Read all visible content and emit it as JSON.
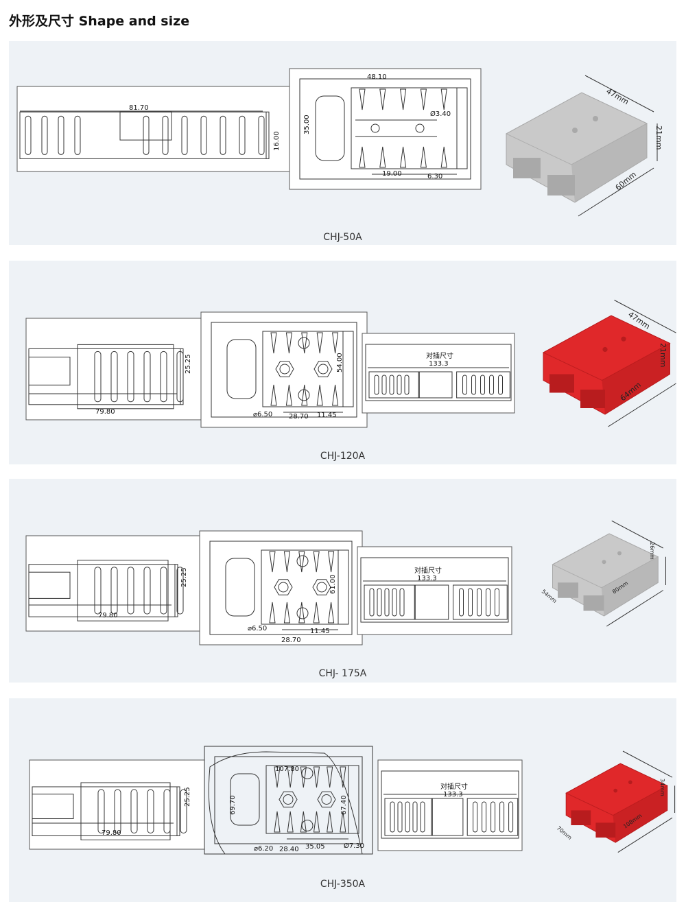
{
  "title": "外形及尺寸 Shape and size",
  "colors": {
    "panel": "#eef2f6",
    "gray": "#c9c9c9",
    "gray_dark": "#a9a9a9",
    "red": "#e0282a",
    "red_dark": "#b81c1e",
    "line": "#333333"
  },
  "mating_label": "对插尺寸",
  "mating_value": "133.3",
  "panels": [
    {
      "model": "CHJ-50A",
      "dims": {
        "length": "81.70",
        "height": "16.00",
        "width": "48.10",
        "front_height": "35.00",
        "hole": "Ø3.40",
        "pitch": "19.00",
        "edge": "6.30"
      },
      "product": {
        "color": "gray",
        "width": "47mm",
        "height": "21mm",
        "length": "60mm"
      }
    },
    {
      "model": "CHJ-120A",
      "dims": {
        "length": "79.80",
        "height": "25.25",
        "front_height": "54.00",
        "hole": "⌀6.50",
        "pitch": "28.70",
        "edge": "11.45"
      },
      "product": {
        "color": "red",
        "width": "47mm",
        "height": "21mm",
        "length": "64mm"
      }
    },
    {
      "model": "CHJ- 175A",
      "dims": {
        "length": "79.80",
        "height": "25.25",
        "front_height": "61.00",
        "hole": "⌀6.50",
        "pitch": "28.70",
        "edge": "11.45"
      },
      "product": {
        "color": "gray",
        "width": "54mm",
        "height": "26mm",
        "length": "80mm"
      }
    },
    {
      "model": "CHJ-350A",
      "dims": {
        "length": "79.80",
        "height": "25.25",
        "width": "107.80",
        "front_height": "69.70",
        "inner_height": "67.40",
        "hole": "⌀6.20",
        "pitch": "28.40",
        "offset": "35.05",
        "hole2": "Ø7.30"
      },
      "product": {
        "color": "red",
        "width": "70mm",
        "height": "34mm",
        "length": "108mm"
      }
    }
  ]
}
